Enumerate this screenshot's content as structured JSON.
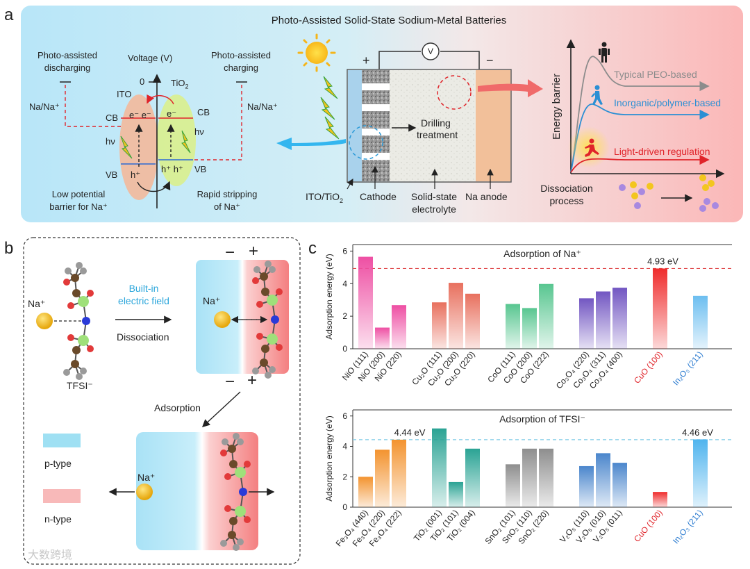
{
  "panel_a": {
    "letter": "a",
    "title": "Photo-Assisted Solid-State Sodium-Metal Batteries",
    "energy_diagram": {
      "voltage_label": "Voltage (V)",
      "zero": "0",
      "ito": "ITO",
      "tio2": "TiO",
      "tio2_sub": "2",
      "cb_left": "CB",
      "cb_right": "CB",
      "vb_left": "VB",
      "vb_right": "VB",
      "hv1": "hν",
      "hv2": "hν",
      "electrons_left": "e⁻ e⁻",
      "electron_right": "e⁻",
      "hole_left": "h⁺",
      "holes_right": "h⁺ h⁺",
      "photo_discharging": [
        "Photo-assisted",
        "discharging"
      ],
      "photo_charging": [
        "Photo-assisted",
        "charging"
      ],
      "na_left": "Na/Na⁺",
      "na_right": "Na/Na⁺",
      "low_potential": [
        "Low potential",
        "barrier for Na⁺"
      ],
      "rapid_stripping": [
        "Rapid stripping",
        "of Na⁺"
      ]
    },
    "battery": {
      "voltmeter": "V",
      "plus": "+",
      "minus": "−",
      "drilling": [
        "Drilling",
        "treatment"
      ],
      "labels": {
        "ito": "ITO/TiO",
        "ito_sub": "2",
        "cathode": "Cathode",
        "electrolyte": [
          "Solid-state",
          "electrolyte"
        ],
        "anode": "Na anode"
      }
    },
    "barrier_plot": {
      "ylabel": "Energy barrier",
      "curves": [
        {
          "label": "Typical PEO-based",
          "color": "#8c8c8c"
        },
        {
          "label": "Inorganic/polymer-based",
          "color": "#2b8fd4"
        },
        {
          "label": "Light-driven regulation",
          "color": "#e0242a"
        }
      ],
      "dissociation": [
        "Dissociation",
        "process"
      ]
    }
  },
  "panel_b": {
    "letter": "b",
    "na_plus": "Na⁺",
    "tfsi": "TFSI⁻",
    "built_in": [
      "Built-in",
      "electric field"
    ],
    "dissociation": "Dissociation",
    "adsorption": "Adsorption",
    "legend": [
      {
        "label": "p-type",
        "color": "#9fe0f3"
      },
      {
        "label": "n-type",
        "color": "#f8b9b9"
      }
    ],
    "minus": "−",
    "plus": "+"
  },
  "panel_c": {
    "letter": "c",
    "watermark": "大数跨境"
  },
  "chart_data": [
    {
      "type": "bar",
      "title": "Adsorption of Na⁺",
      "ylabel": "Adsorption energy (eV)",
      "ylim": [
        0,
        6.4
      ],
      "yticks": [
        0,
        2,
        4,
        6
      ],
      "reference_line": {
        "value": 4.93,
        "label": "4.93 eV",
        "color": "#e0484a"
      },
      "categories": [
        "NiO (111)",
        "NiO (200)",
        "NiO (220)",
        "Cu₂O (111)",
        "Cu₂O (200)",
        "Cu₂O (220)",
        "CoO (111)",
        "CoO (200)",
        "CoO (222)",
        "Co₃O₄ (220)",
        "Co₃O₄ (311)",
        "Co₃O₄ (400)",
        "CuO (100)",
        "In₂O₃ (211)"
      ],
      "values": [
        5.65,
        1.3,
        2.68,
        2.85,
        4.05,
        3.38,
        2.75,
        2.5,
        3.98,
        3.1,
        3.52,
        3.75,
        4.93,
        3.25
      ],
      "groups": [
        {
          "indices": [
            0,
            1,
            2
          ],
          "color": "#ee4fa3"
        },
        {
          "indices": [
            3,
            4,
            5
          ],
          "color": "#e8705e"
        },
        {
          "indices": [
            6,
            7,
            8
          ],
          "color": "#58c690"
        },
        {
          "indices": [
            9,
            10,
            11
          ],
          "color": "#7256c2"
        },
        {
          "indices": [
            12
          ],
          "color": "#ef2c2c"
        },
        {
          "indices": [
            13
          ],
          "color": "#6cbef0"
        }
      ],
      "label_colors": {
        "12": "#e0242a",
        "13": "#2b7bd0"
      }
    },
    {
      "type": "bar",
      "title": "Adsorption of TFSI⁻",
      "ylabel": "Adsorption energy (eV)",
      "ylim": [
        0,
        6.4
      ],
      "yticks": [
        0,
        2,
        4,
        6
      ],
      "reference_line": {
        "value": 4.44,
        "labels": [
          "4.44 eV",
          "4.46 eV"
        ],
        "color": "#7fcbe6"
      },
      "categories": [
        "Fe₃O₄ (440)",
        "Fe₃O₄ (220)",
        "Fe₃O₄ (222)",
        "TiO₂ (001)",
        "TiO₂ (101)",
        "TiO₂ (004)",
        "SnO₂ (101)",
        "SnO₂ (110)",
        "SnO₂ (220)",
        "V₂O₅ (110)",
        "V₂O₅ (010)",
        "V₂O₅ (011)",
        "CuO (100)",
        "In₂O₃ (211)"
      ],
      "values": [
        2.0,
        3.78,
        4.44,
        5.18,
        1.65,
        3.85,
        2.82,
        3.85,
        3.85,
        2.7,
        3.55,
        2.92,
        1.0,
        4.46
      ],
      "groups": [
        {
          "indices": [
            0,
            1,
            2
          ],
          "color": "#f3932f"
        },
        {
          "indices": [
            3,
            4,
            5
          ],
          "color": "#2aa394"
        },
        {
          "indices": [
            6,
            7,
            8
          ],
          "color": "#8e8e8e"
        },
        {
          "indices": [
            9,
            10,
            11
          ],
          "color": "#4b86cc"
        },
        {
          "indices": [
            12
          ],
          "color": "#ef2c2c"
        },
        {
          "indices": [
            13
          ],
          "color": "#4fb4ee"
        }
      ],
      "label_colors": {
        "12": "#e0242a",
        "13": "#2b7bd0"
      }
    }
  ]
}
